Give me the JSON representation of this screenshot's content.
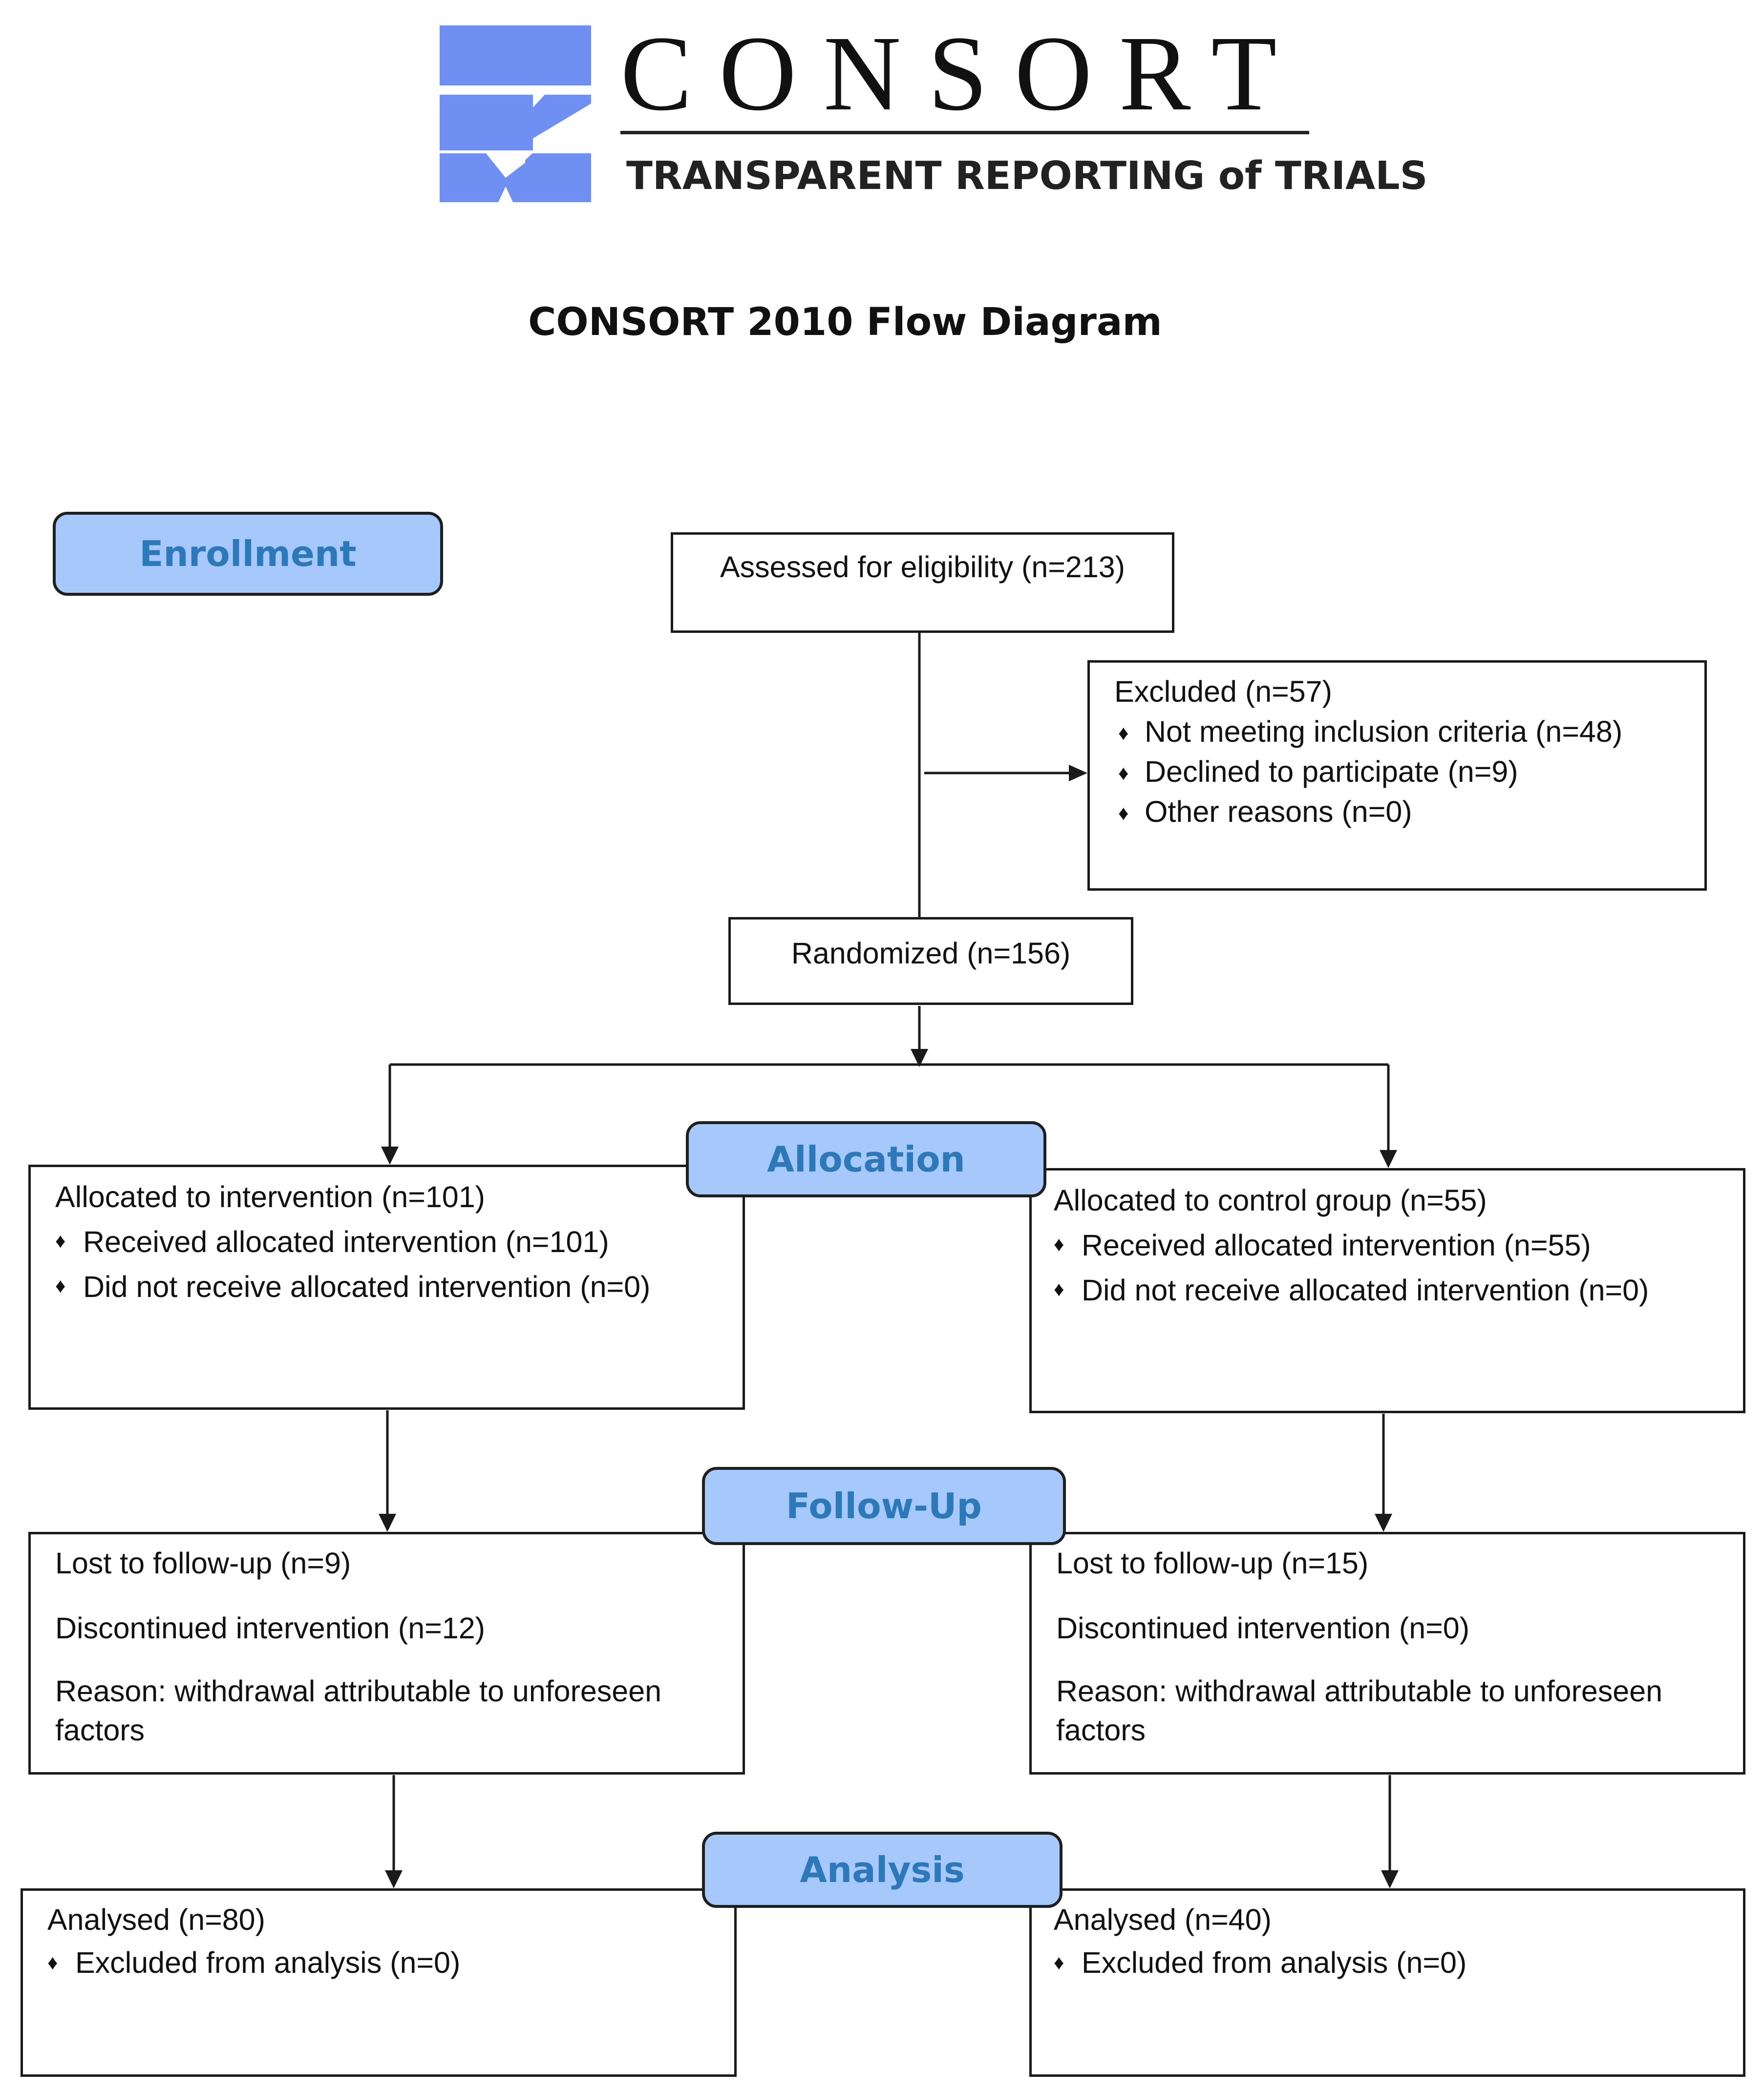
{
  "logo": {
    "wordmark": "CONSORT",
    "tagline": "TRANSPARENT REPORTING of TRIALS",
    "colors": {
      "blue": "#6f8ff2",
      "text": "#111111"
    }
  },
  "title": "CONSORT 2010 Flow Diagram",
  "stages": {
    "enrollment": "Enrollment",
    "allocation": "Allocation",
    "follow_up": "Follow-Up",
    "analysis": "Analysis"
  },
  "colors": {
    "stage_fill": "#a7c8fb",
    "stage_text": "#2d78b8",
    "box_border": "#1a1a1a"
  },
  "bullet_glyph": "♦",
  "enrollment": {
    "assessed": "Assessed for eligibility (n=213)",
    "excluded": {
      "title": "Excluded (n=57)",
      "items": [
        "Not meeting inclusion criteria (n=48)",
        "Declined to participate (n=9)",
        "Other reasons (n=0)"
      ]
    },
    "randomized": "Randomized (n=156)"
  },
  "intervention": {
    "allocation": {
      "title": "Allocated to intervention (n=101)",
      "items": [
        "Received allocated intervention (n=101)",
        "Did not receive allocated intervention (n=0)"
      ]
    },
    "follow_up": {
      "lost": "Lost to follow-up (n=9)",
      "discontinued": "Discontinued intervention (n=12)",
      "reason": "Reason: withdrawal attributable to unforeseen factors"
    },
    "analysis": {
      "title": "Analysed (n=80)",
      "items": [
        "Excluded from analysis (n=0)"
      ]
    }
  },
  "control": {
    "allocation": {
      "title": "Allocated to control group (n=55)",
      "items": [
        "Received allocated intervention (n=55)",
        "Did not receive allocated intervention (n=0)"
      ]
    },
    "follow_up": {
      "lost": "Lost to follow-up (n=15)",
      "discontinued": "Discontinued intervention (n=0)",
      "reason": "Reason: withdrawal attributable to unforeseen factors"
    },
    "analysis": {
      "title": "Analysed (n=40)",
      "items": [
        "Excluded from analysis (n=0)"
      ]
    }
  }
}
